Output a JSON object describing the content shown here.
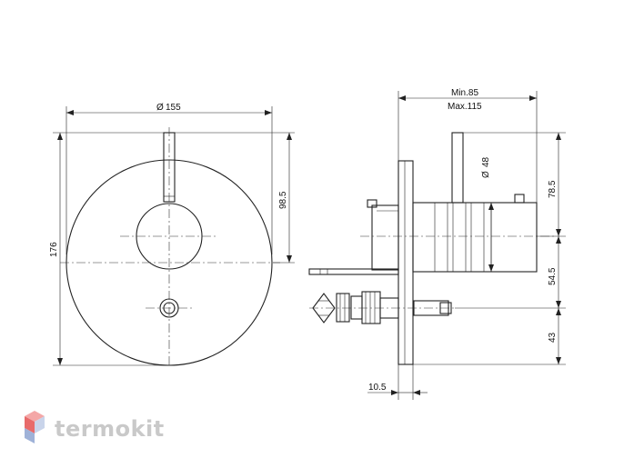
{
  "dimensions": {
    "front_width": "155",
    "front_height": "176",
    "lever_height": "98.5",
    "min_depth": "Min.85",
    "max_depth": "Max.115",
    "body_diameter": "48",
    "upper_offset": "78.5",
    "middle_offset": "54.5",
    "lower_offset": "43",
    "plate_thickness": "10.5",
    "diameter_symbol": "Ø"
  },
  "watermark": {
    "brand_text": "termokit",
    "logo_colors": [
      "#f4a7a7",
      "#e86b6b",
      "#c9d4ea",
      "#9fb2d8"
    ]
  }
}
